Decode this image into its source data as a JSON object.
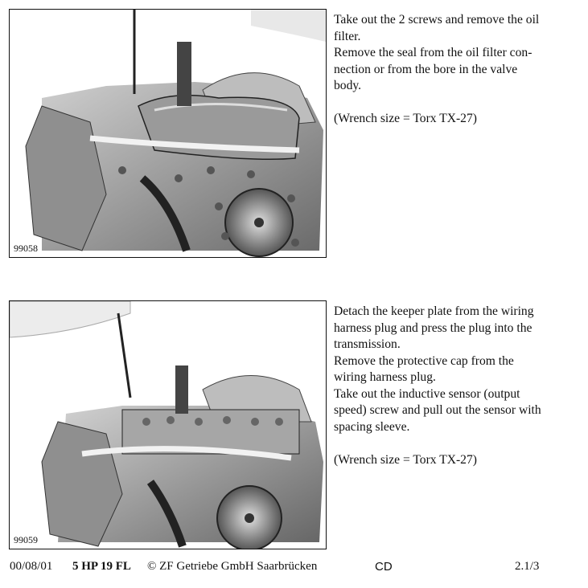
{
  "steps": [
    {
      "figure_number": "99058",
      "lines": [
        "Take out the 2 screws and remove the oil",
        "filter.",
        "Remove the seal from the oil filter con-",
        "nection or from the bore in the valve",
        "body."
      ],
      "note": "(Wrench size = Torx TX-27)"
    },
    {
      "figure_number": "99059",
      "lines": [
        "Detach the keeper plate from the wiring",
        "harness plug and press the plug into the",
        "transmission.",
        "Remove the protective cap from the",
        "wiring harness plug.",
        "Take out the inductive sensor (output",
        "speed) screw and pull out the sensor with",
        "spacing sleeve."
      ],
      "note": "(Wrench size = Torx TX-27)"
    }
  ],
  "footer": {
    "date": "00/08/01",
    "model": "5 HP 19 FL",
    "copyright": "© ZF Getriebe GmbH Saarbrücken",
    "code": "CD",
    "page": "2.1/3"
  }
}
